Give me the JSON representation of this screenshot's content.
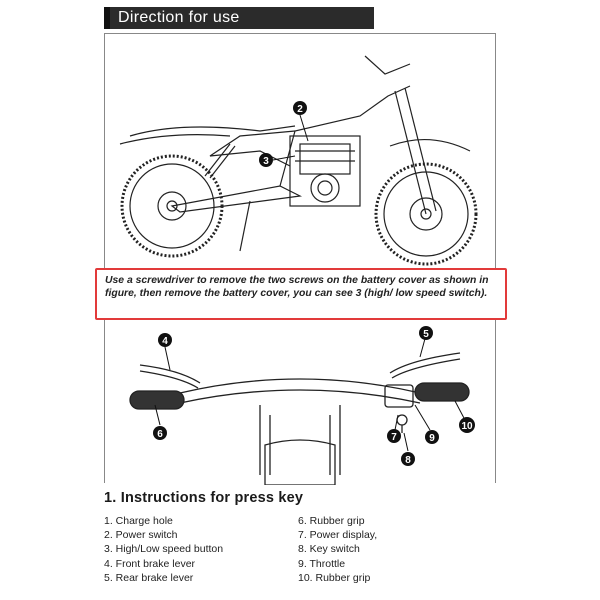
{
  "header": {
    "title": "Direction for use"
  },
  "figure_top": {
    "callouts": [
      "2",
      "3"
    ]
  },
  "note": {
    "text": "Use a screwdriver to remove the two screws on the battery cover as shown in figure, then remove the battery cover, you can see 3 (high/ low speed switch)."
  },
  "figure_bottom": {
    "callouts": [
      "4",
      "5",
      "6",
      "7",
      "8",
      "9",
      "10"
    ]
  },
  "section": {
    "title": "1. Instructions for press key"
  },
  "list_left": [
    "1. Charge hole",
    "2. Power switch",
    "3. High/Low speed button",
    "4. Front brake lever",
    "5. Rear brake lever"
  ],
  "list_right": [
    "6. Rubber grip",
    "7. Power display,",
    "8.  Key switch",
    "9. Throttle",
    "10. Rubber grip"
  ],
  "colors": {
    "header_bg": "#2b2b2b",
    "note_border": "#e23a3a"
  }
}
